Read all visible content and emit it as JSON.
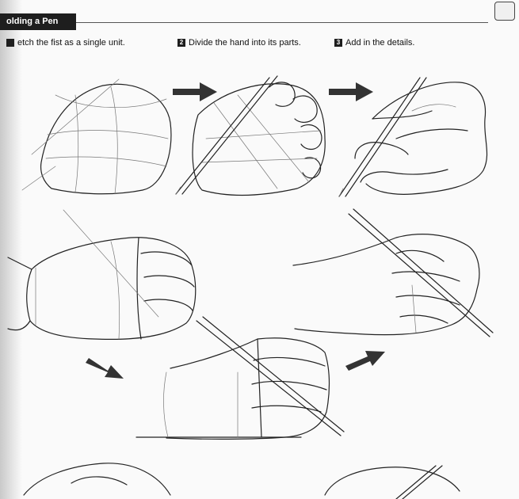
{
  "header": {
    "title": "olding a Pen"
  },
  "steps": [
    {
      "number": "",
      "label": "etch the fist as a single unit."
    },
    {
      "number": "2",
      "label": "Divide the hand into its parts."
    },
    {
      "number": "3",
      "label": "Add in the details."
    }
  ],
  "icons": {
    "corner": "book-corner-icon",
    "arrow": "arrow-right-icon"
  },
  "colors": {
    "ink": "#222222",
    "tab": "#1e1e1e",
    "paper": "#fafafa"
  }
}
